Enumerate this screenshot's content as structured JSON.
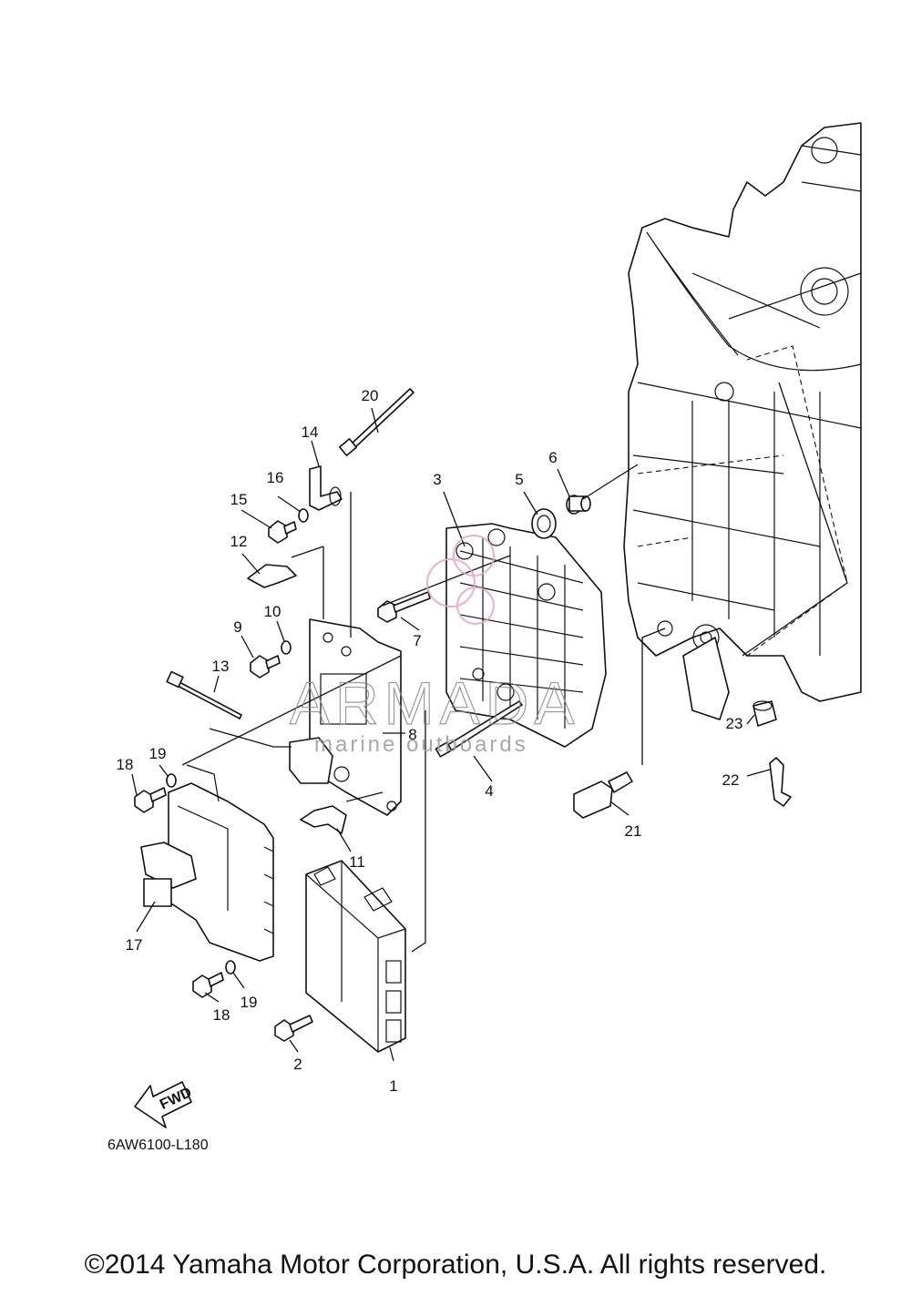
{
  "diagram": {
    "drawing_code": "6AW6100-L180",
    "fwd_label": "FWD",
    "callouts": [
      "1",
      "2",
      "3",
      "4",
      "5",
      "6",
      "7",
      "8",
      "9",
      "10",
      "11",
      "12",
      "13",
      "14",
      "15",
      "16",
      "17",
      "18",
      "18",
      "19",
      "19",
      "20",
      "21",
      "22",
      "23"
    ]
  },
  "watermark": {
    "brand": "ARMADA",
    "tagline": "marine outboards",
    "accent_color": "#e8a3c4"
  },
  "footer": {
    "copyright": "©2014 Yamaha Motor Corporation, U.S.A. All rights reserved."
  }
}
